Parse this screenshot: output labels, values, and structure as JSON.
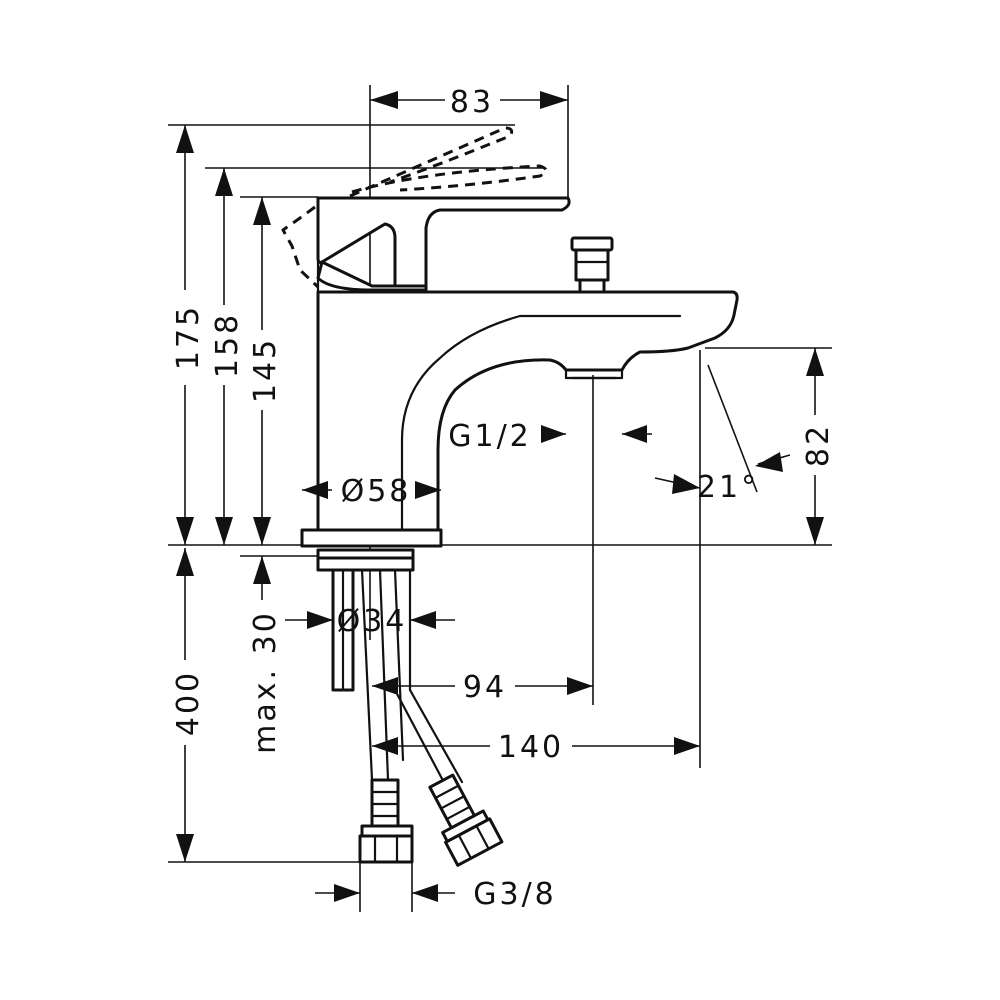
{
  "dimensions": {
    "width_top": "83",
    "height_total": "175",
    "height_158": "158",
    "height_145": "145",
    "base_diameter": "Ø58",
    "spout_thread": "G1/2",
    "spout_height": "82",
    "spout_angle": "21°",
    "shank_diameter": "Ø34",
    "max_deck": "max. 30",
    "hose_length": "400",
    "spout_reach_94": "94",
    "spout_reach_140": "140",
    "hose_thread": "G3/8"
  }
}
